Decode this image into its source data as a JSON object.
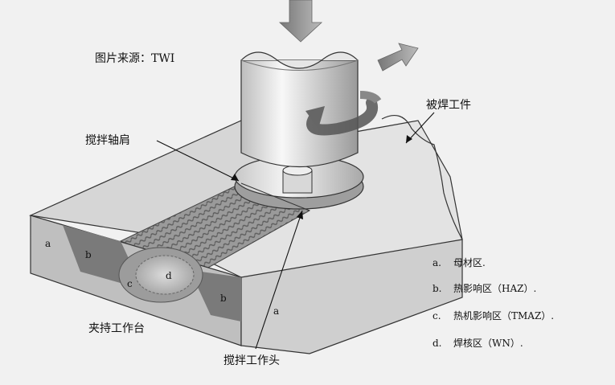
{
  "source_note": "图片来源：TWI",
  "labels": {
    "workpiece": "被焊工件",
    "shoulder": "搅拌轴肩",
    "tool": "搅拌工作头",
    "clamp_table": "夹持工作台"
  },
  "zone_marks": {
    "a_left": "a",
    "a_right": "a",
    "b_left": "b",
    "b_right": "b",
    "c": "c",
    "d": "d"
  },
  "legend": [
    {
      "key": "a.",
      "text": "母材区."
    },
    {
      "key": "b.",
      "text": "热影响区（HAZ）."
    },
    {
      "key": "c.",
      "text": "热机影响区（TMAZ）."
    },
    {
      "key": "d.",
      "text": "焊核区（WN）."
    }
  ]
}
